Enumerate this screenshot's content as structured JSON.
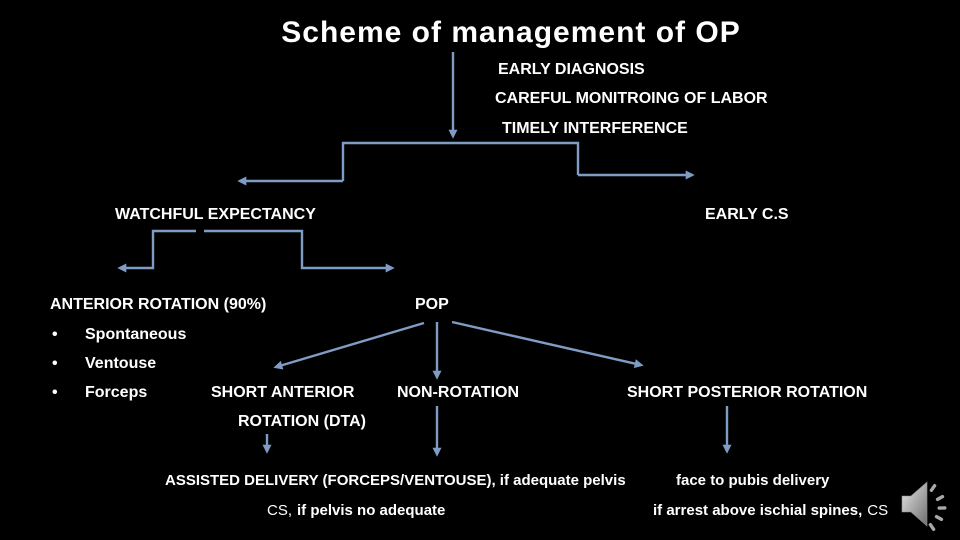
{
  "title": "Scheme of management of OP",
  "principles": {
    "early_diagnosis": "EARLY DIAGNOSIS",
    "careful_monitoring": "CAREFUL MONITROING OF LABOR",
    "timely_interference": "TIMELY INTERFERENCE"
  },
  "branches": {
    "left": "WATCHFUL EXPECTANCY",
    "right": "EARLY C.S"
  },
  "anterior": {
    "label": "ANTERIOR ROTATION (90%)",
    "bullet_char": "•",
    "methods": [
      "Spontaneous",
      "Ventouse",
      "Forceps"
    ]
  },
  "pop": {
    "label": "POP",
    "short_anterior_line1": "SHORT ANTERIOR",
    "short_anterior_line2": "ROTATION  (DTA)",
    "non_rotation": "NON-ROTATION",
    "short_posterior": "SHORT POSTERIOR ROTATION"
  },
  "outcomes": {
    "assisted_delivery": "ASSISTED DELIVERY (FORCEPS/VENTOUSE), if adequate pelvis",
    "cs_lead": "CS,",
    "cs_rest": "if pelvis no adequate",
    "face_to_pubis": "face to pubis delivery",
    "arrest_bold": "if arrest above ischial spines,",
    "arrest_cs": "CS"
  },
  "icons": {
    "audio": "speaker-icon"
  },
  "colors": {
    "bg-color": "#000000",
    "text-color": "#FFFFFF",
    "arrow-color": "#7F9DC4",
    "speaker-light": "#E8E8E8",
    "speaker-dark": "#6E6E6E",
    "speaker-wave": "#A9A9A9"
  }
}
